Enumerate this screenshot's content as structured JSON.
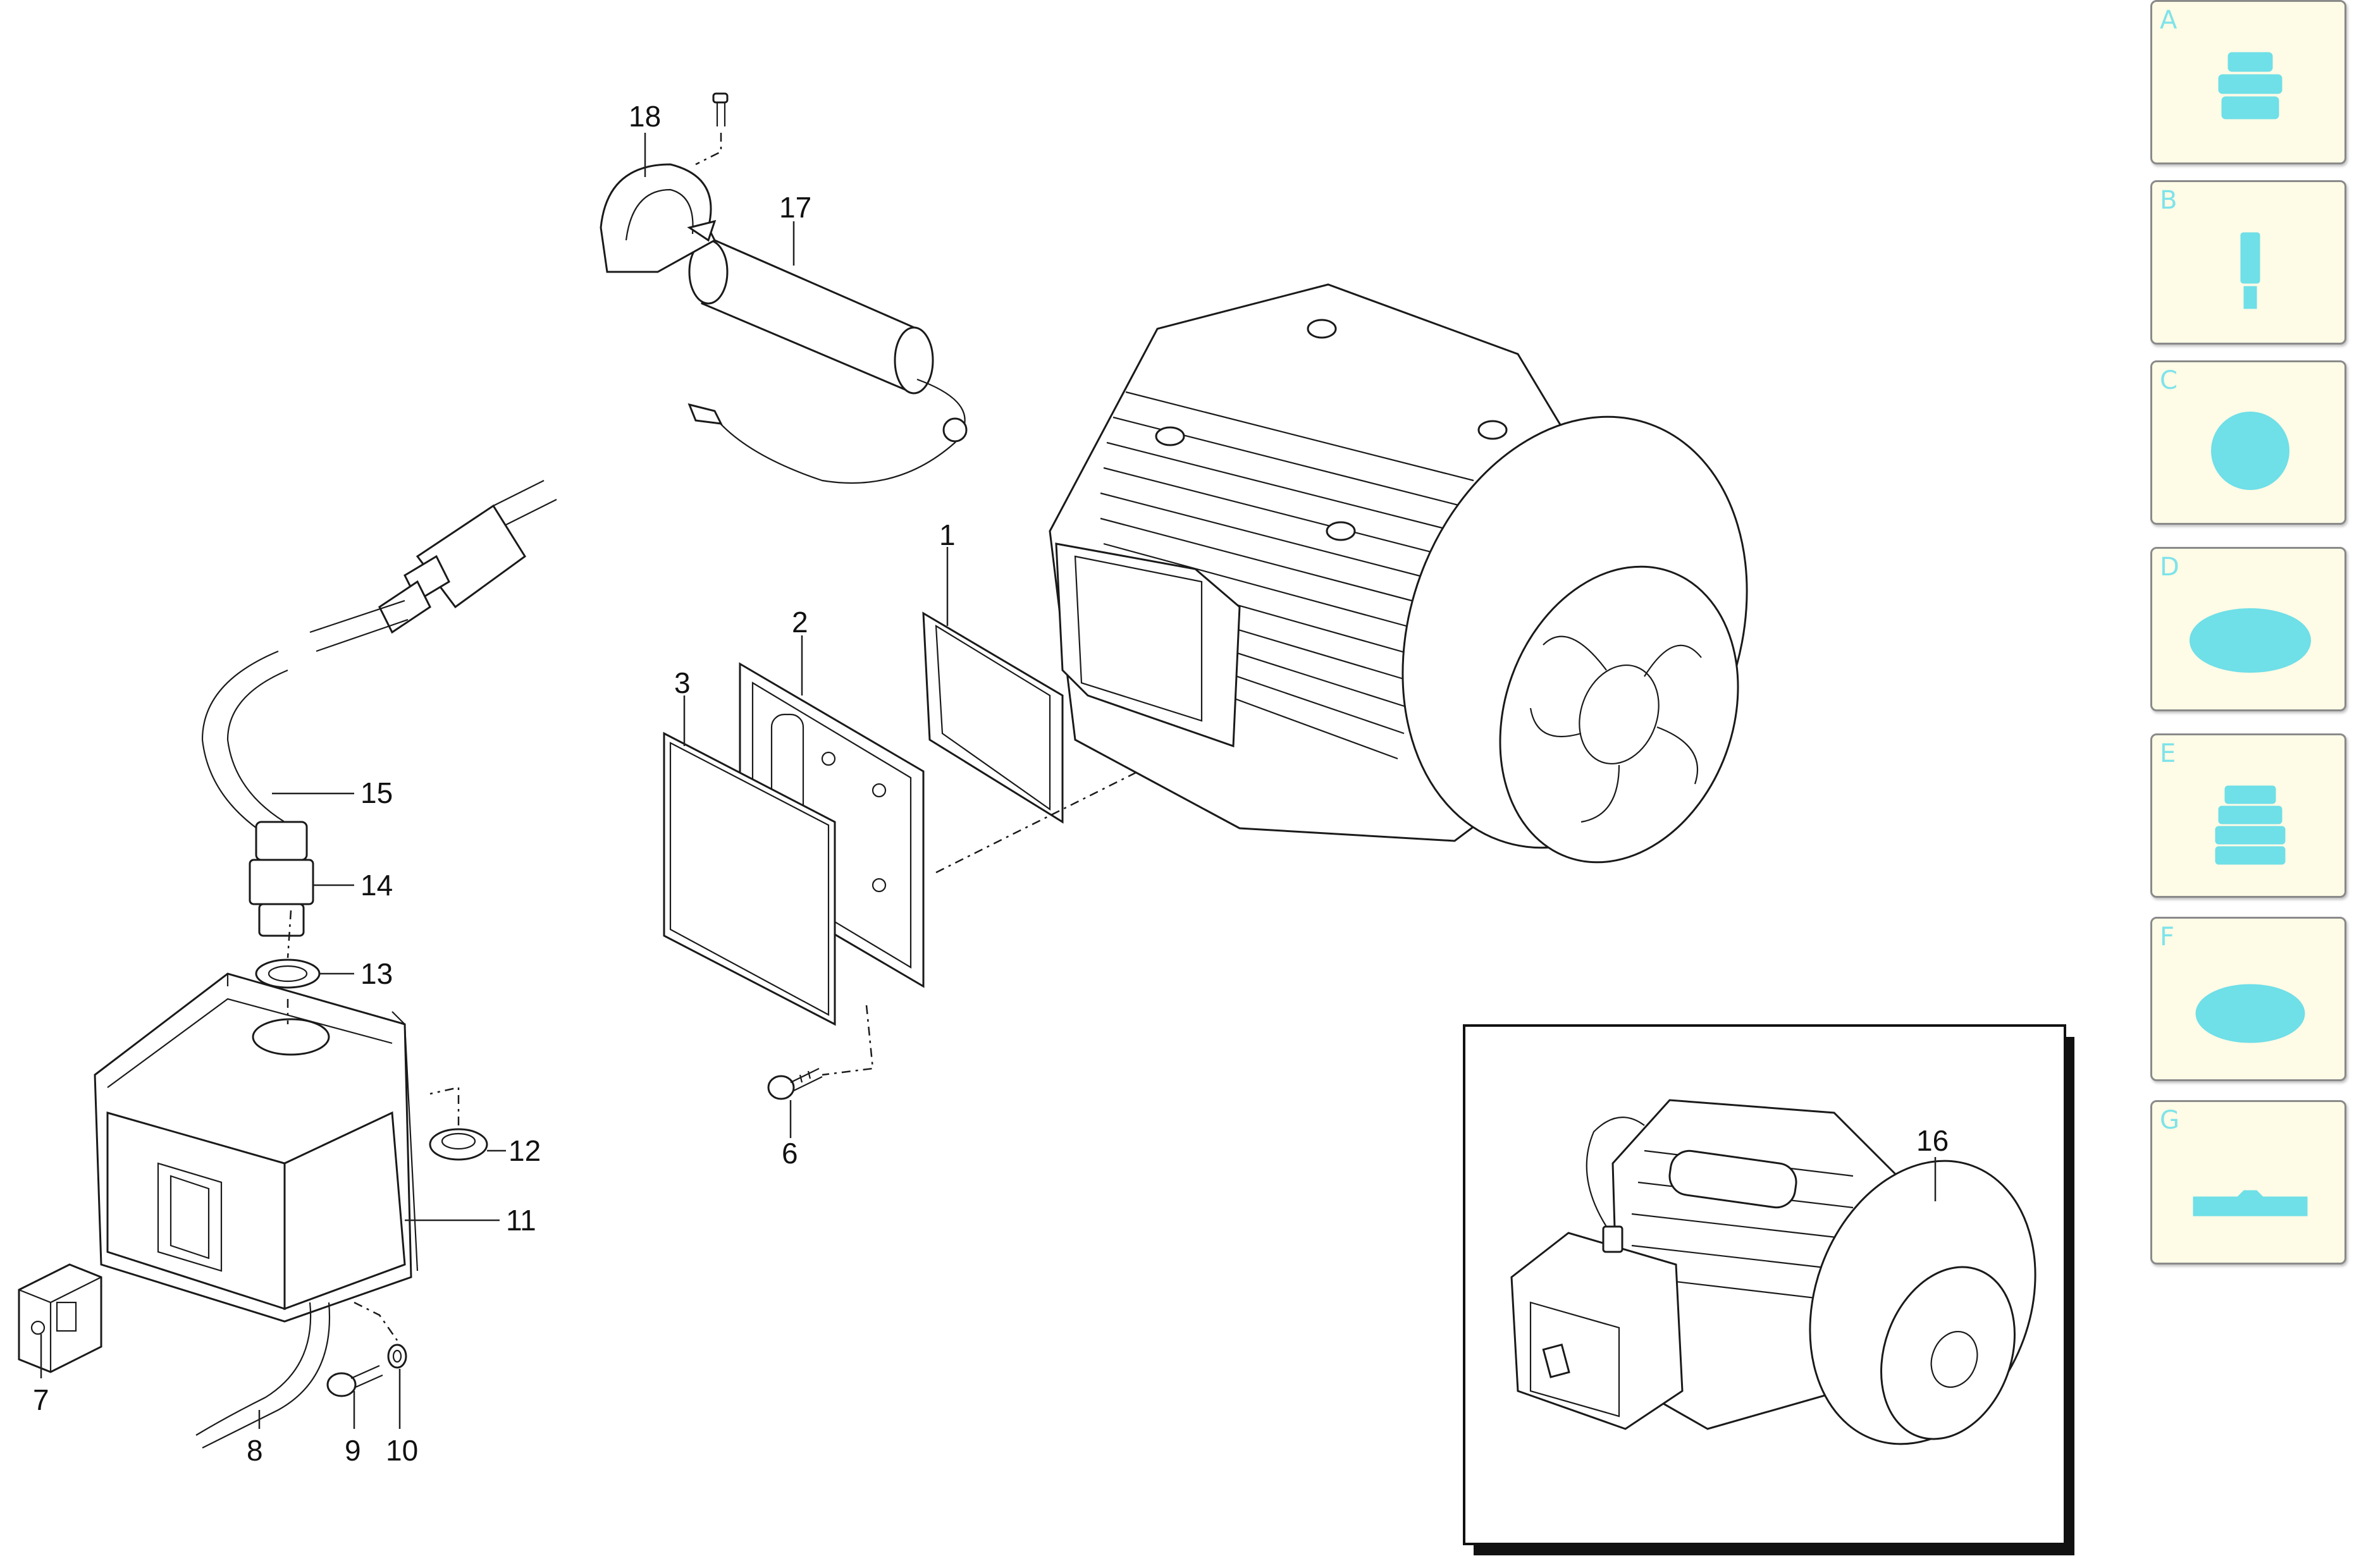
{
  "callouts": [
    {
      "id": "1",
      "label": "1"
    },
    {
      "id": "2",
      "label": "2"
    },
    {
      "id": "3",
      "label": "3"
    },
    {
      "id": "6",
      "label": "6"
    },
    {
      "id": "7",
      "label": "7"
    },
    {
      "id": "8",
      "label": "8"
    },
    {
      "id": "9",
      "label": "9"
    },
    {
      "id": "10",
      "label": "10"
    },
    {
      "id": "11",
      "label": "11"
    },
    {
      "id": "12",
      "label": "12"
    },
    {
      "id": "13",
      "label": "13"
    },
    {
      "id": "14",
      "label": "14"
    },
    {
      "id": "15",
      "label": "15"
    },
    {
      "id": "16",
      "label": "16"
    },
    {
      "id": "17",
      "label": "17"
    },
    {
      "id": "18",
      "label": "18"
    }
  ],
  "categories": [
    {
      "letter": "A",
      "icon": "pump-head-icon"
    },
    {
      "letter": "B",
      "icon": "shaft-icon"
    },
    {
      "letter": "C",
      "icon": "ring-gasket-icon"
    },
    {
      "letter": "D",
      "icon": "seal-ring-icon"
    },
    {
      "letter": "E",
      "icon": "bearing-stack-icon"
    },
    {
      "letter": "F",
      "icon": "o-ring-icon"
    },
    {
      "letter": "G",
      "icon": "plate-icon"
    }
  ],
  "colors": {
    "tile_bg": "#fefbe6",
    "tile_accent": "#6fdfe8",
    "line": "#1a1a1a"
  }
}
